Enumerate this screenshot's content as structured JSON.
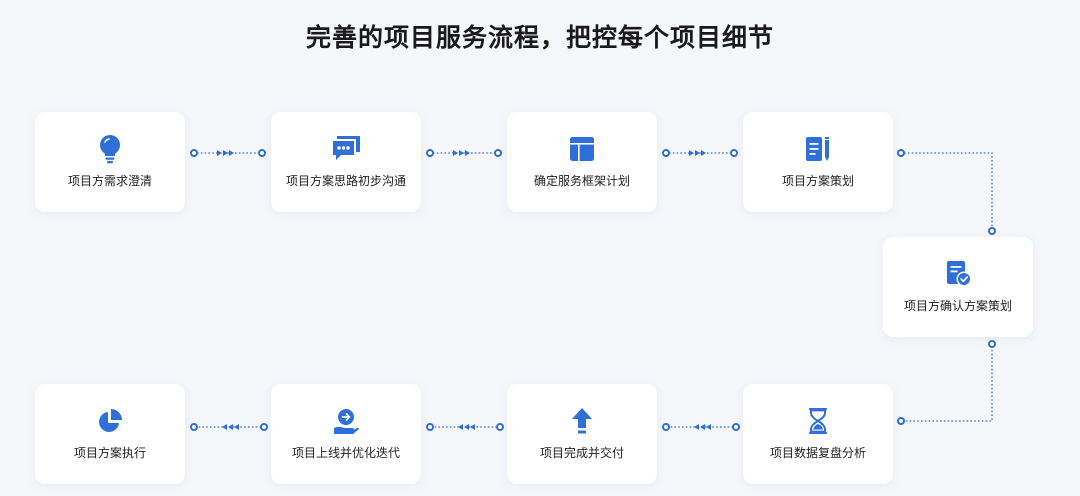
{
  "title": "完善的项目服务流程，把控每个项目细节",
  "colors": {
    "accent": "#2e6fd8",
    "card": "#ffffff",
    "background": "#f6f7fb"
  },
  "steps": [
    {
      "label": "项目方需求澄清",
      "icon": "lightbulb-icon"
    },
    {
      "label": "项目方案思路初步沟通",
      "icon": "chat-bubble-icon"
    },
    {
      "label": "确定服务框架计划",
      "icon": "layout-table-icon"
    },
    {
      "label": "项目方案策划",
      "icon": "notebook-pen-icon"
    },
    {
      "label": "项目方确认方案策划",
      "icon": "document-check-icon"
    },
    {
      "label": "项目数据复盘分析",
      "icon": "hourglass-icon"
    },
    {
      "label": "项目完成并交付",
      "icon": "upload-arrow-icon"
    },
    {
      "label": "项目上线并优化迭代",
      "icon": "hand-coin-icon"
    },
    {
      "label": "项目方案执行",
      "icon": "pie-chart-icon"
    }
  ]
}
